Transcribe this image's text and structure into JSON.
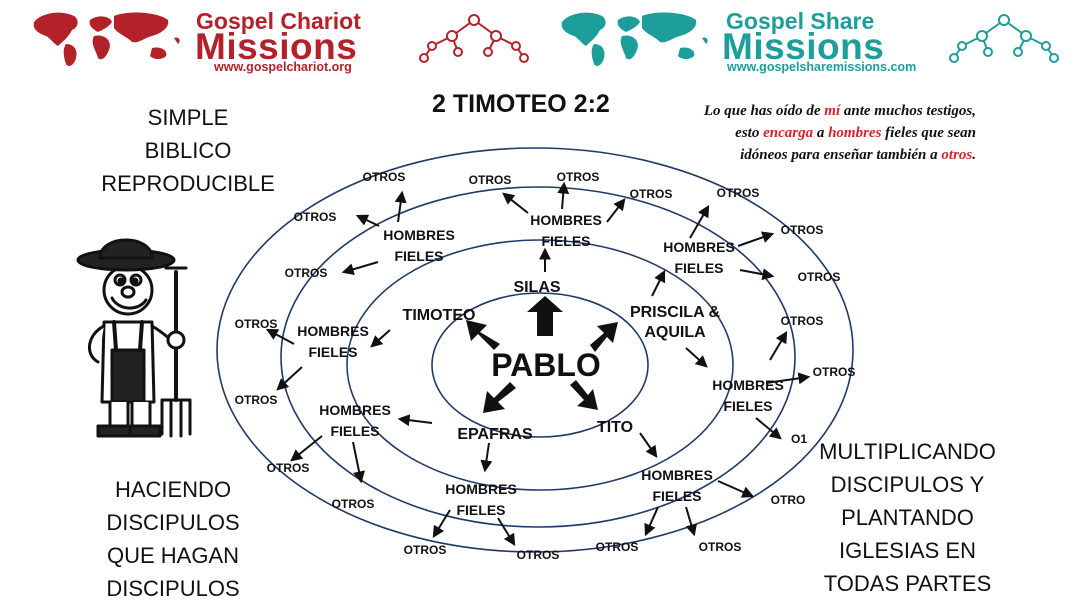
{
  "logos": {
    "left": {
      "line1": "Gospel Chariot",
      "line2": "Missions",
      "url": "www.gospelchariot.org",
      "color": "#b3222b"
    },
    "right": {
      "line1": "Gospel Share",
      "line2": "Missions",
      "url": "www.gospelsharemissions.com",
      "color": "#1e9e9a"
    }
  },
  "title": "2 TIMOTEO 2:2",
  "verse": {
    "p1": "Lo que has oído de ",
    "h1": "mí",
    "p2": " ante muchos testigos, esto ",
    "h2": "encarga",
    "p3": " a ",
    "h3": "hombres",
    "p4": " fieles que sean idóneos para enseñar también a ",
    "h4": "otros",
    "p5": "."
  },
  "left_top": [
    "SIMPLE",
    "BIBLICO",
    "REPRODUCIBLE"
  ],
  "left_bottom": [
    "HACIENDO",
    "DISCIPULOS",
    "QUE HAGAN",
    "DISCIPULOS"
  ],
  "right_bottom": [
    "MULTIPLICANDO",
    "DISCIPULOS Y",
    "PLANTANDO",
    "IGLESIAS EN",
    "TODAS PARTES"
  ],
  "diagram": {
    "center": "PABLO",
    "disciples": [
      "TIMOTEO",
      "SILAS",
      "PRISCILA &",
      "AQUILA",
      "EPAFRAS",
      "TITO"
    ],
    "hombres_line1": "HOMBRES",
    "hombres_line2": "FIELES",
    "otros": "OTROS",
    "otros_cut": "OTRO",
    "otros_cut2": "O1"
  },
  "colors": {
    "accent_red": "#d0252b",
    "ring": "#1f3a66",
    "text": "#111111"
  }
}
